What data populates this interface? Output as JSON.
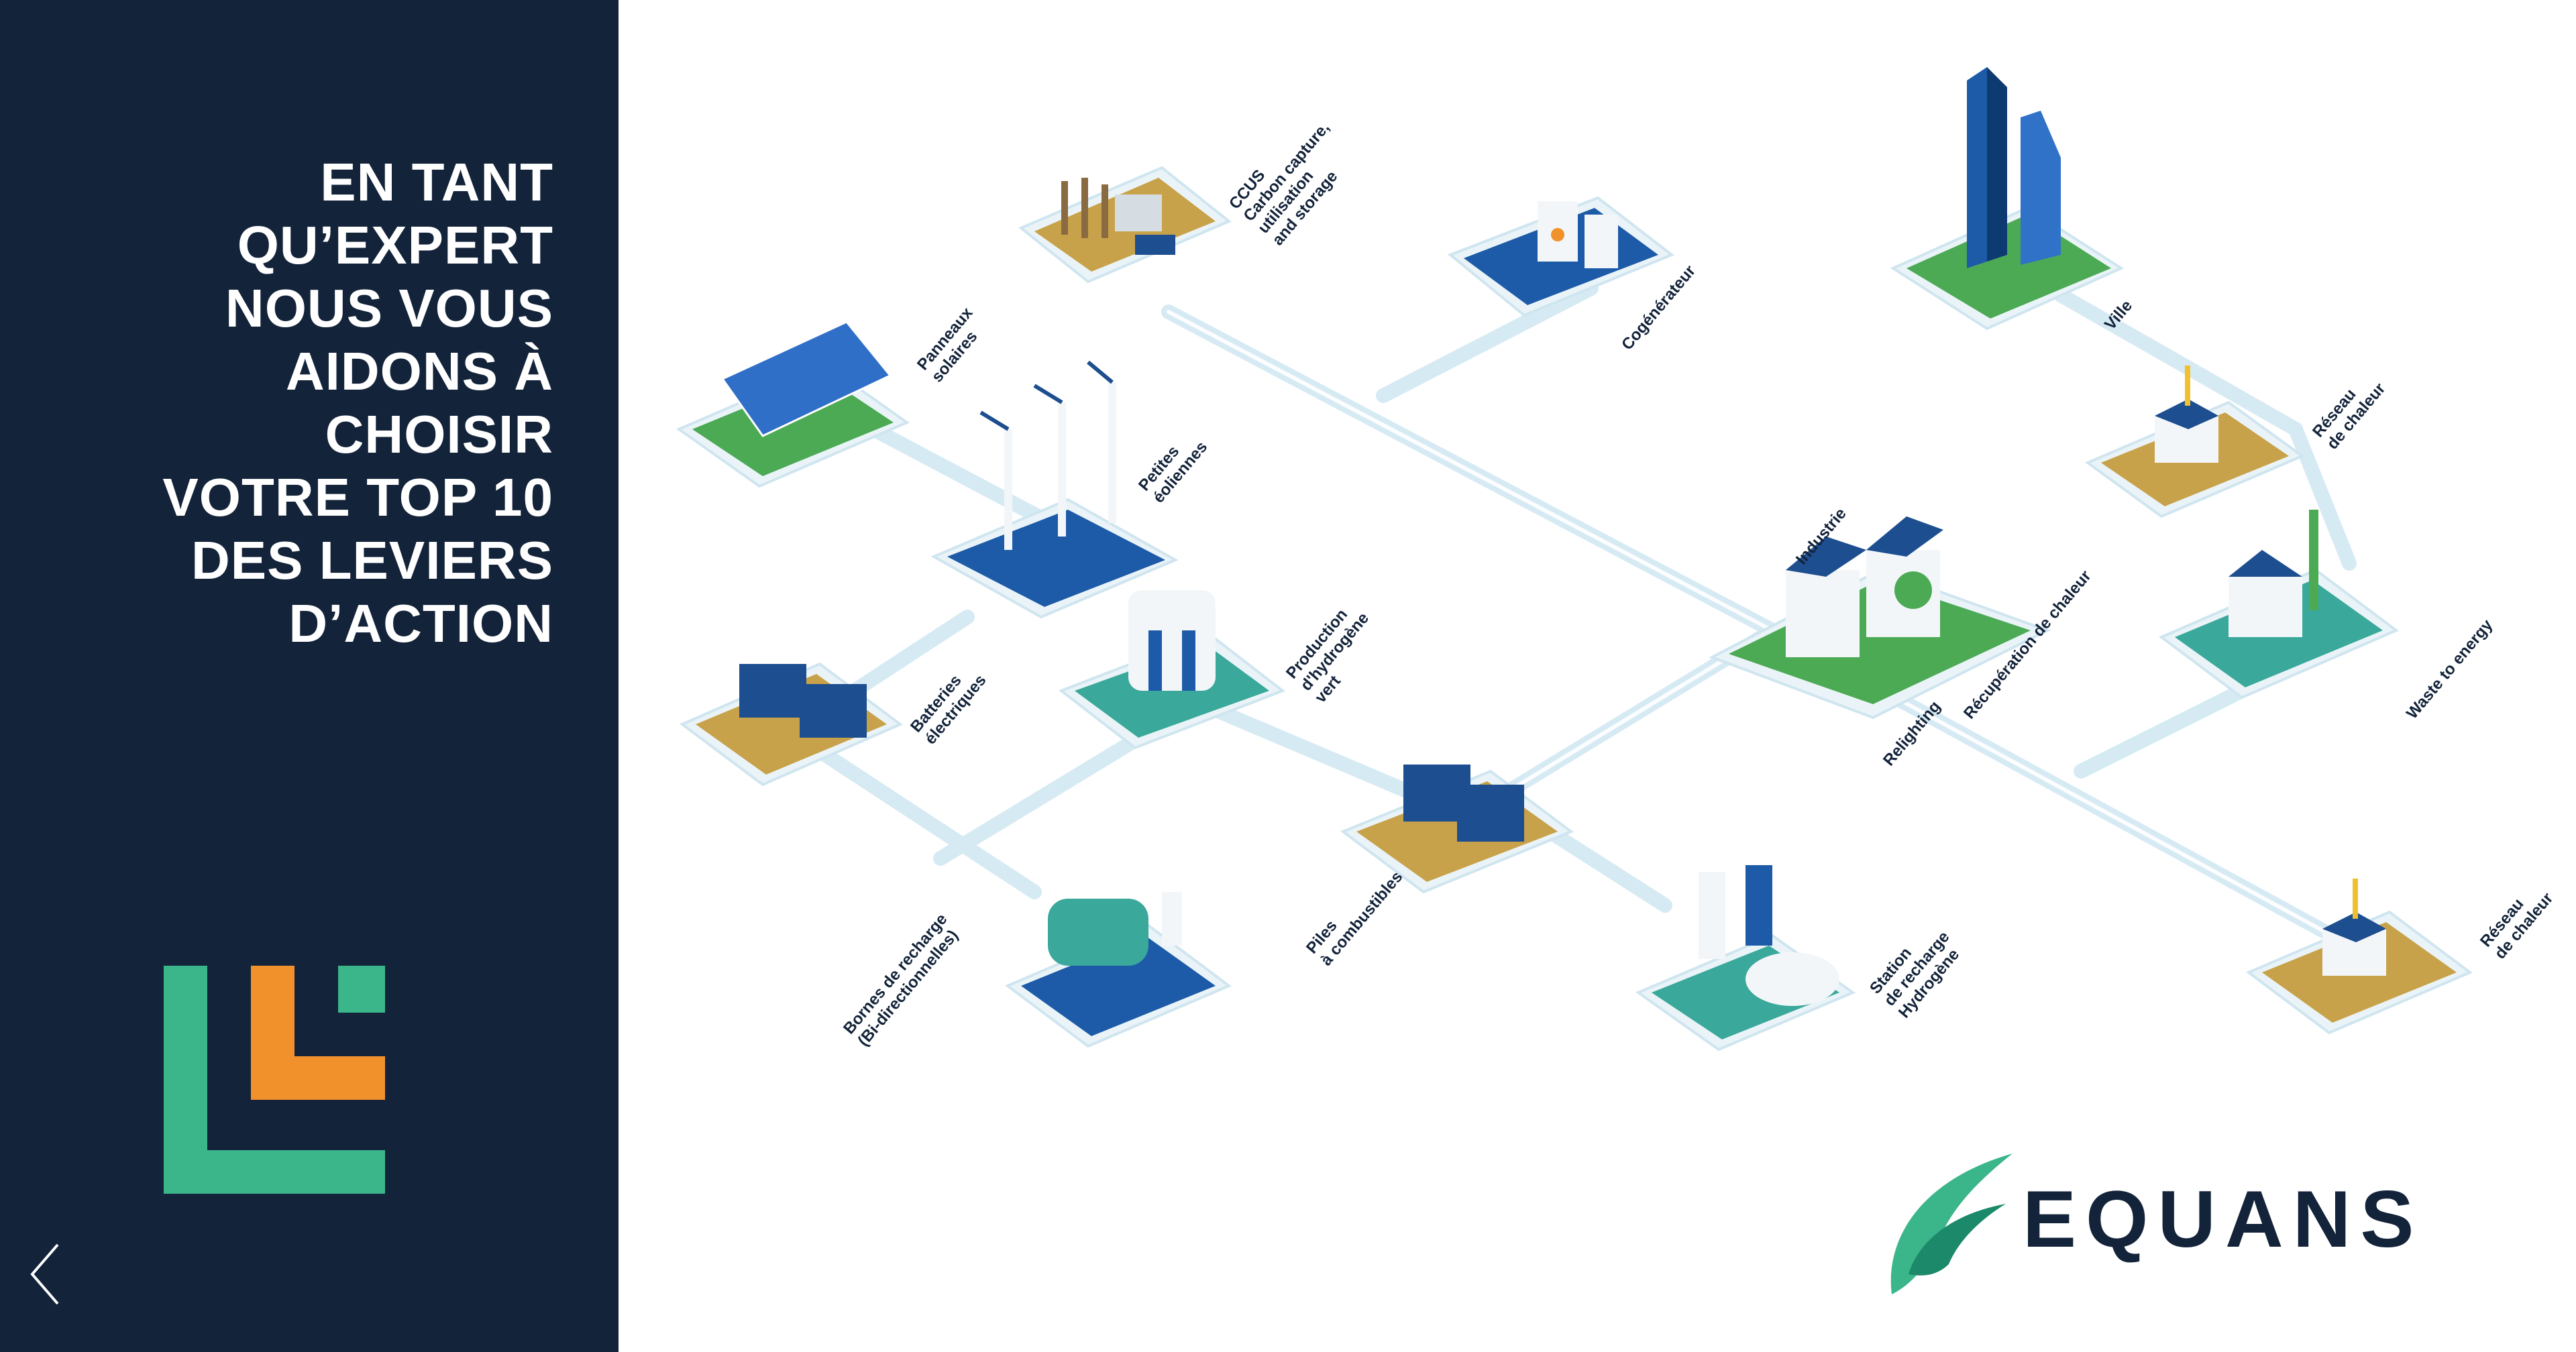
{
  "headline": {
    "lines": [
      "EN TANT",
      "QU’EXPERT",
      "NOUS VOUS",
      "AIDONS À",
      "CHOISIR",
      "VOTRE TOP 10",
      "DES LEVIERS",
      "D’ACTION"
    ]
  },
  "nodes": {
    "ccus": "CCUS\nCarbon capture,\nutilisation\nand storage",
    "cogen": "Cogénérateur",
    "ville": "Ville",
    "panneaux": "Panneaux\nsolaires",
    "eoliennes": "Petites\néoliennes",
    "reseau1": "Réseau\nde chaleur",
    "waste": "Waste to energy",
    "industrie": "Industrie",
    "recuperation": "Récupération de chaleur",
    "relighting": "Relighting",
    "batteries": "Batteries\nélectriques",
    "hydrogene": "Production\nd'hydrogène\nvert",
    "piles": "Piles\nà combustibles",
    "station": "Station\nde recharge\nHydrogène",
    "bornes": "Bornes de recharge\n(Bi-directionnelles)",
    "reseau2": "Réseau\nde chaleur"
  },
  "logo": {
    "text": "EQUANS"
  },
  "colors": {
    "panel": "#13233a",
    "green": "#3bb58a",
    "orange": "#f0912c",
    "tile_base": "#eaf4f8",
    "pipe": "#d8ecf4"
  },
  "icons": {
    "back": "chevron-left-icon"
  }
}
